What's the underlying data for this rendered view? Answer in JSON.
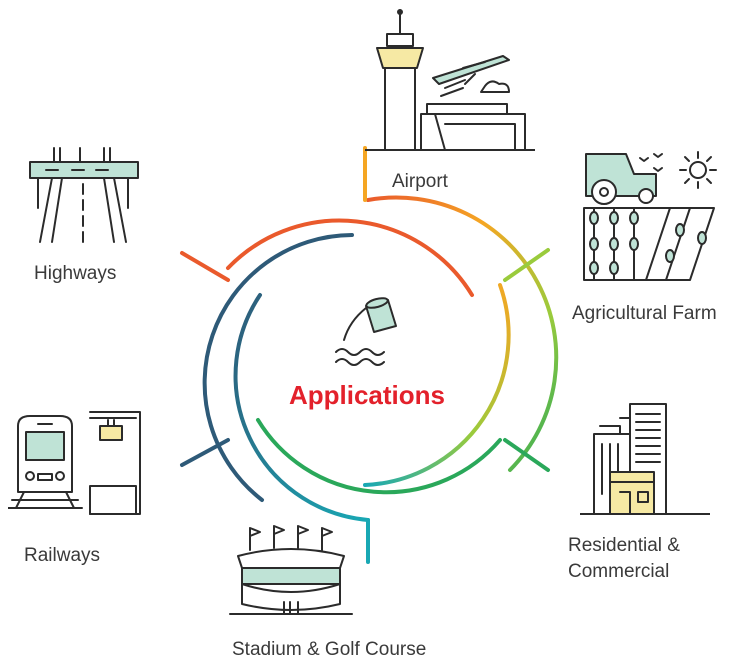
{
  "center": {
    "title": "Applications",
    "title_color": "#e3212b"
  },
  "applications": [
    {
      "label": "Airport",
      "icon": "airport-icon",
      "color": "#f5a623"
    },
    {
      "label": "Agricultural Farm",
      "icon": "farm-icon",
      "color": "#9acb3c"
    },
    {
      "label": "Residential &",
      "label2": "Commercial",
      "icon": "buildings-icon",
      "color": "#2aa85a"
    },
    {
      "label": "Stadium & Golf Course",
      "icon": "stadium-icon",
      "color": "#19a8b4"
    },
    {
      "label": "Railways",
      "icon": "train-icon",
      "color": "#2e5a78"
    },
    {
      "label": "Highways",
      "icon": "highway-icon",
      "color": "#ea5a2c"
    }
  ],
  "colors": {
    "icon_stroke": "#2b2b2b",
    "icon_fill": "#bfe3d6",
    "accent_yellow": "#f6e9a4"
  }
}
